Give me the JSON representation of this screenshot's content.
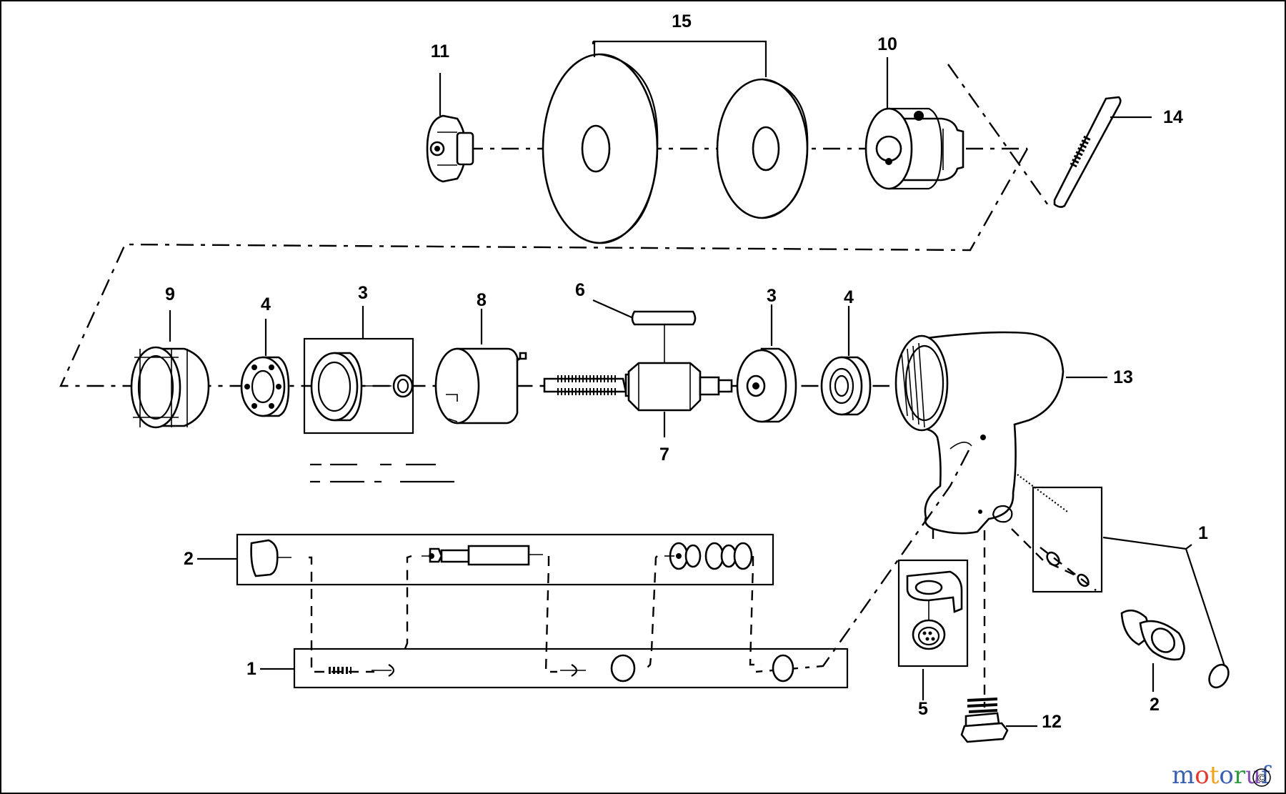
{
  "diagram": {
    "callouts": {
      "c15": "15",
      "c11": "11",
      "c10": "10",
      "c14": "14",
      "c9": "9",
      "c4a": "4",
      "c3a": "3",
      "c8": "8",
      "c6": "6",
      "c7": "7",
      "c3b": "3",
      "c4b": "4",
      "c13": "13",
      "c2a": "2",
      "c1a": "1",
      "c1b": "1",
      "c5": "5",
      "c12": "12",
      "c2b": "2"
    },
    "watermark": {
      "letters": [
        "m",
        "o",
        "t",
        "o",
        "r",
        "u",
        "f"
      ],
      "colors": [
        "#3b5fb0",
        "#e23a2f",
        "#f0a21a",
        "#3b5fb0",
        "#2f9a3f",
        "#8a4fb5",
        "#3b5fb0"
      ],
      "symbol": "©"
    }
  }
}
